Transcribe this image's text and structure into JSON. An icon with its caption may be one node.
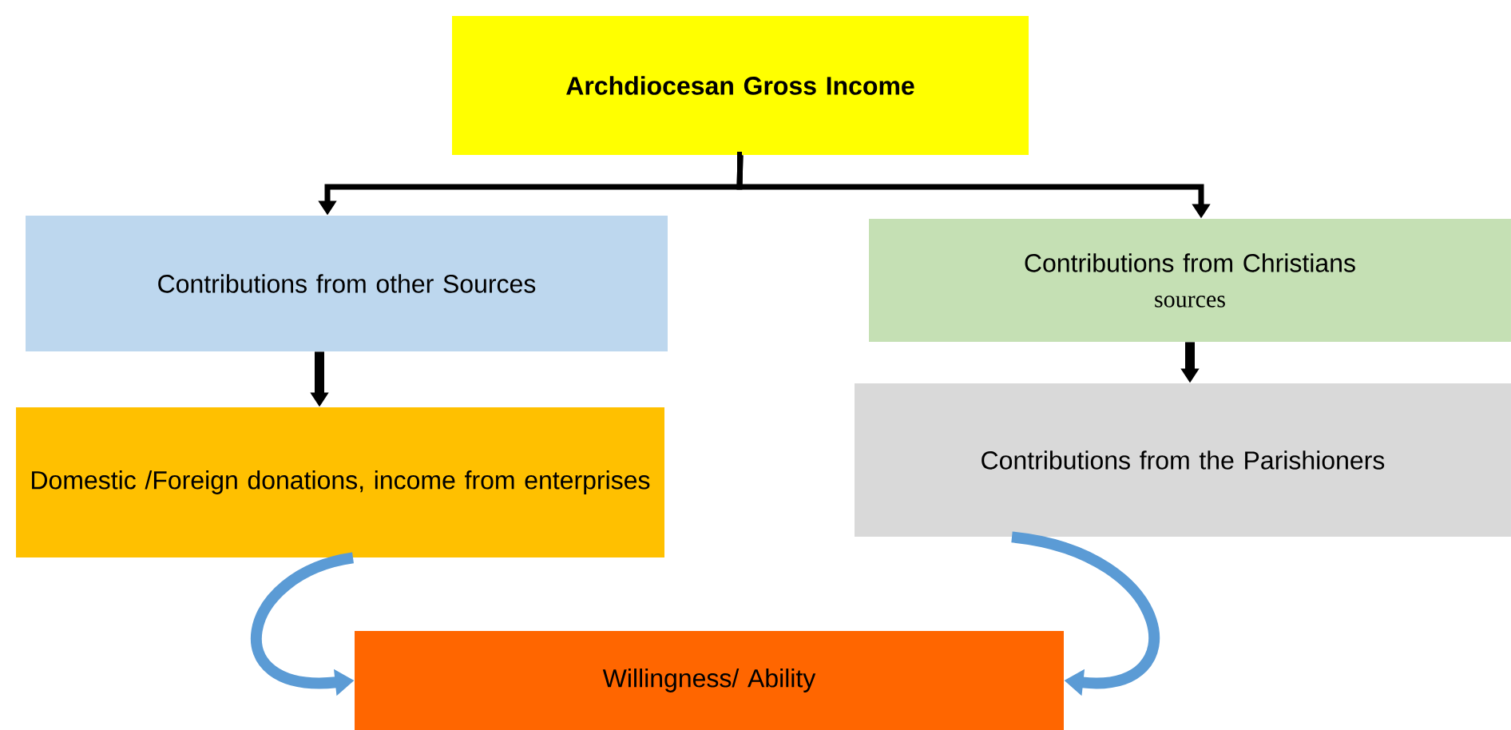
{
  "diagram": {
    "nodes": [
      {
        "text": [
          "Archdiocesan Gross Income"
        ]
      },
      {
        "text": [
          "Contributions from other Sources"
        ]
      },
      {
        "text": [
          "Contributions from Christians",
          "sources"
        ]
      },
      {
        "text": [
          "Domestic /Foreign donations, income from enterprises"
        ]
      },
      {
        "text": [
          "Contributions from the Parishioners"
        ]
      },
      {
        "text": [
          "Willingness/ Ability"
        ]
      }
    ],
    "edges": [
      {
        "from": 0,
        "to": 1,
        "arrow": "to"
      },
      {
        "from": 0,
        "to": 2,
        "arrow": "to"
      },
      {
        "from": 1,
        "to": 3,
        "arrow": "to"
      },
      {
        "from": 2,
        "to": 4,
        "arrow": "to"
      },
      {
        "from": 3,
        "to": 5,
        "arrow": "to",
        "color": "#5b9bd5"
      },
      {
        "from": 4,
        "to": 5,
        "arrow": "to",
        "color": "#5b9bd5"
      }
    ]
  }
}
